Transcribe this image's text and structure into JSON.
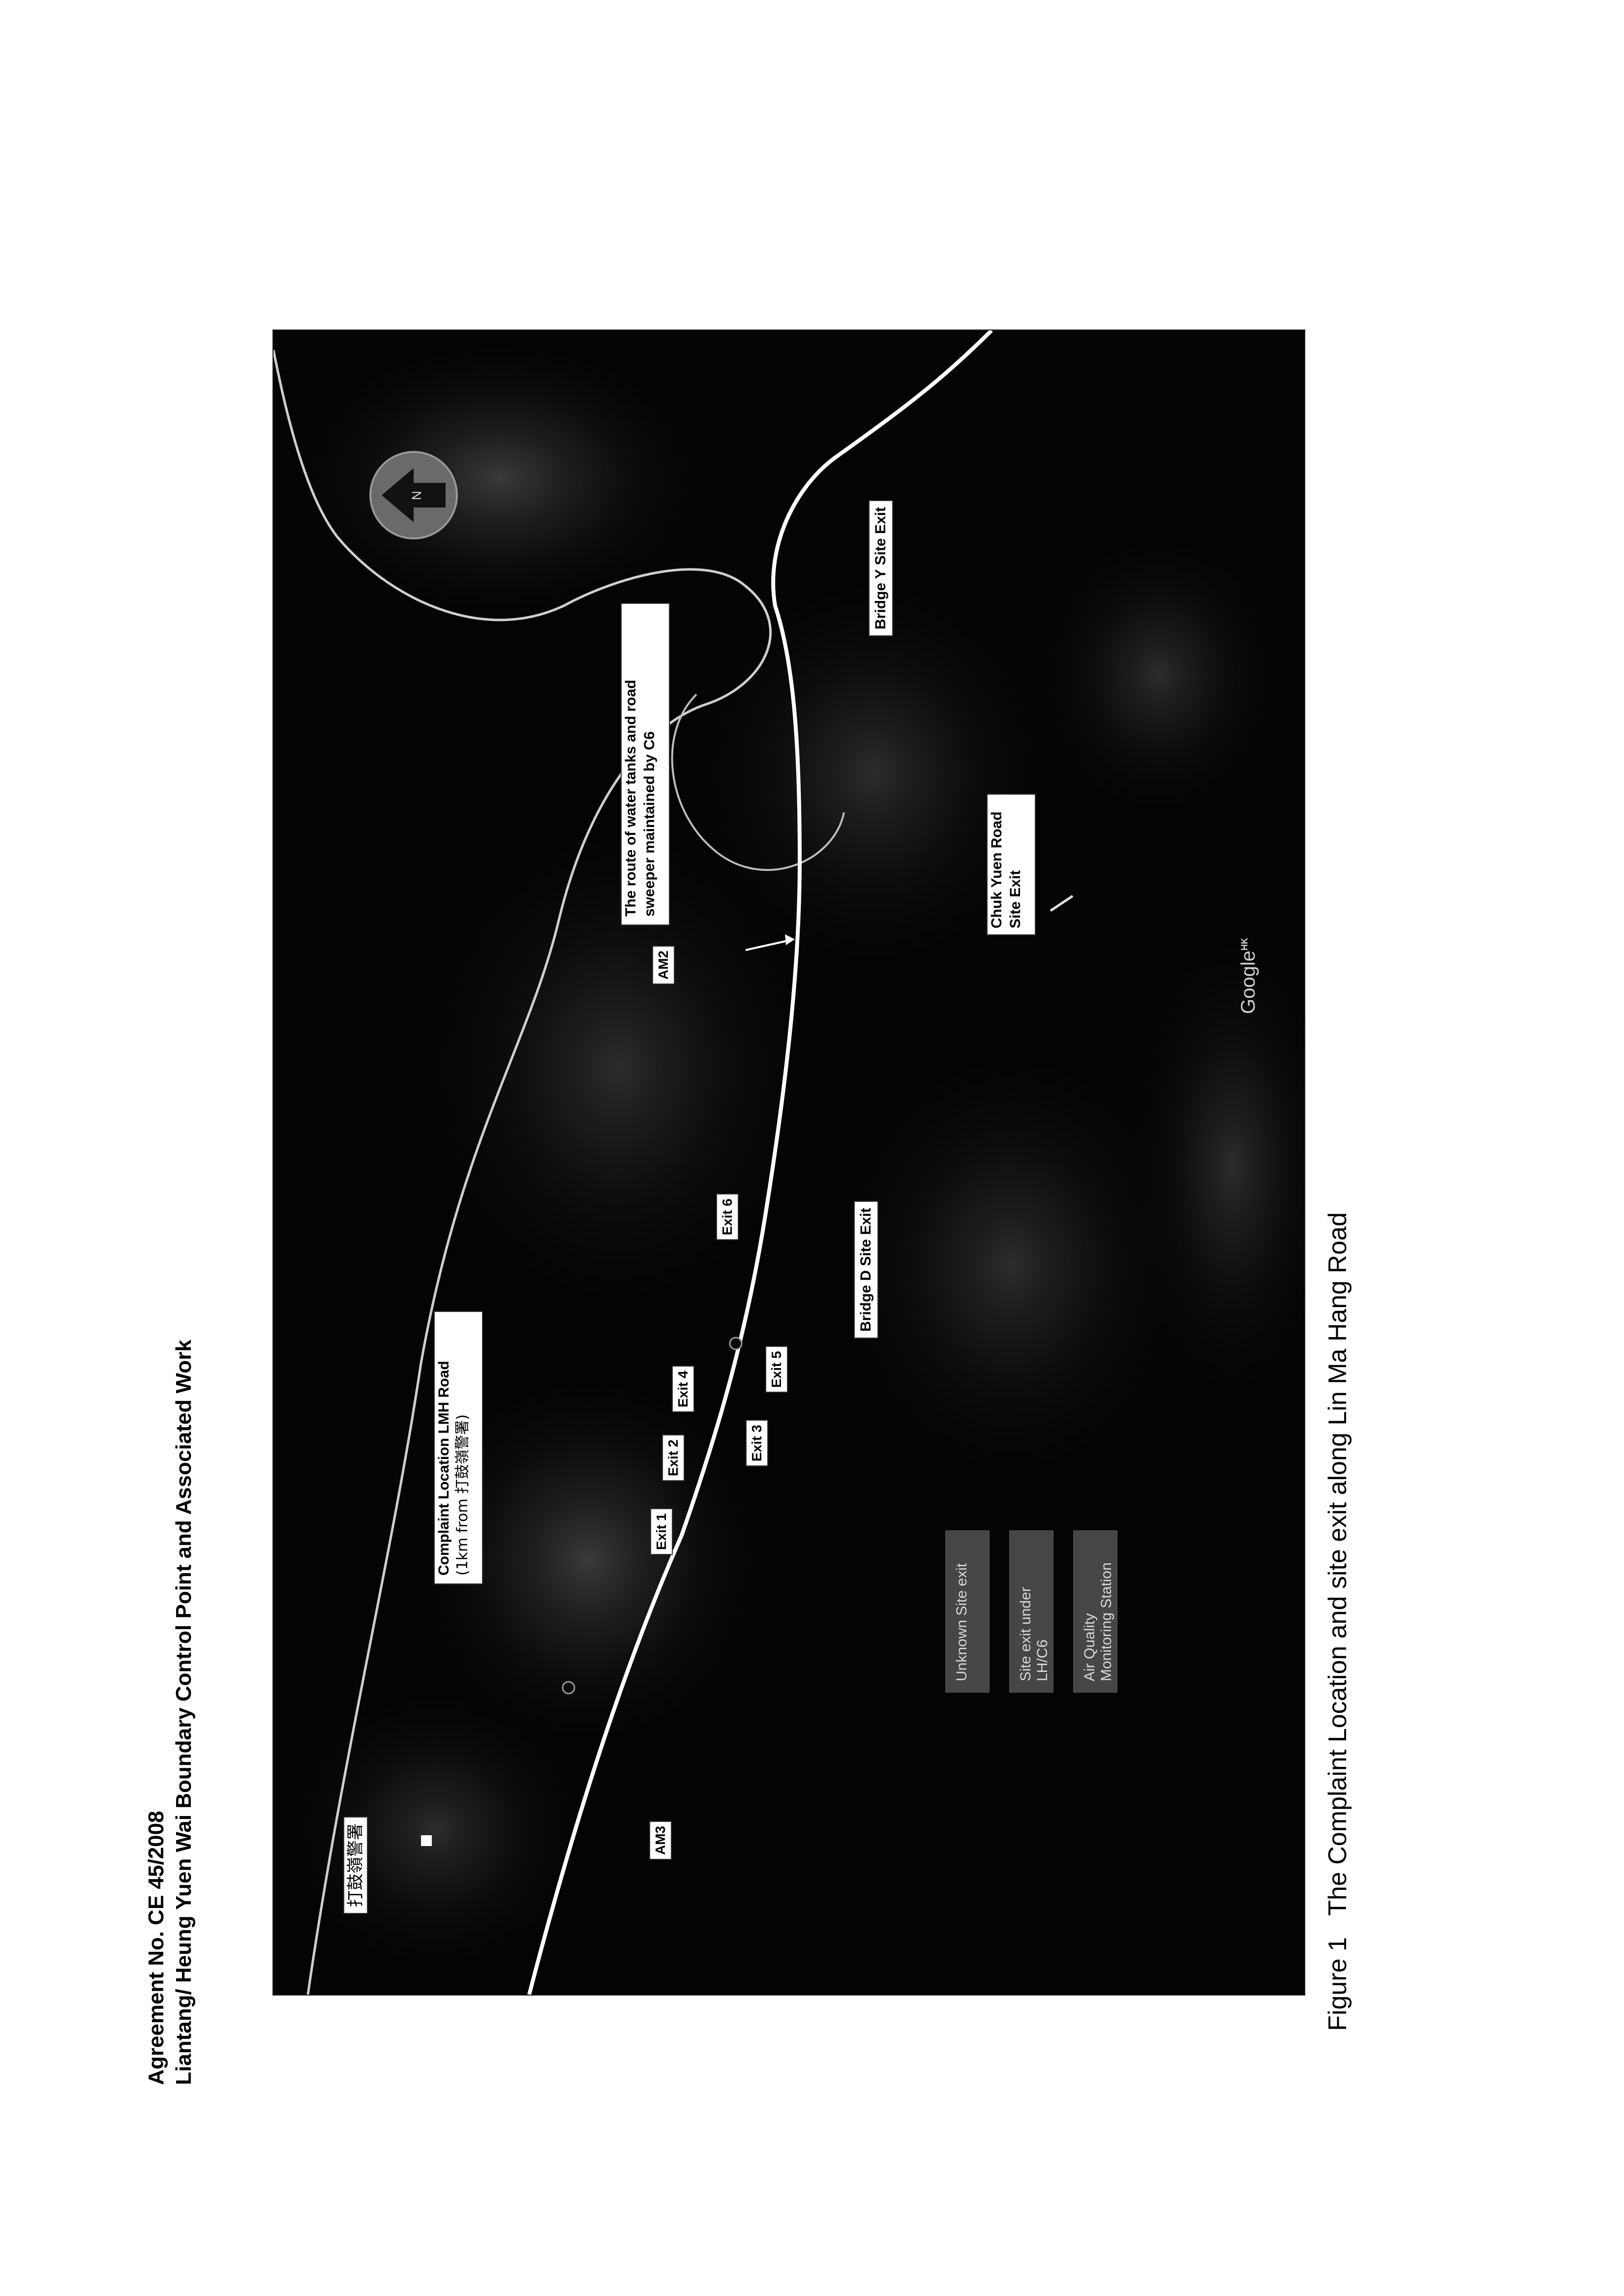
{
  "header": {
    "line1": "Agreement No. CE 45/2008",
    "line2": "Liantang/ Heung Yuen Wai Boundary Control Point and Associated Work"
  },
  "caption": {
    "number": "Figure 1",
    "text": "The Complaint Location and site exit along Lin Ma Hang Road"
  },
  "map": {
    "labels": {
      "police_station": "打鼓嶺警署",
      "complaint_line1": "Complaint Location LMH Road",
      "complaint_line2": "(1km from 打鼓嶺警署)",
      "am3": "AM3",
      "am2": "AM2",
      "exit1": "Exit 1",
      "exit2": "Exit 2",
      "exit3": "Exit 3",
      "exit4": "Exit 4",
      "exit5": "Exit 5",
      "exit6": "Exit 6",
      "bridge_d": "Bridge D Site Exit",
      "route_line1": "The route of water tanks and road",
      "route_line2": "sweeper maintained by C6",
      "chuk_yuen_line1": "Chuk Yuen Road",
      "chuk_yuen_line2": "Site Exit",
      "bridge_y": "Bridge Y Site Exit",
      "google": "Google",
      "google_region": "HK"
    },
    "legend": [
      "Unknown Site exit",
      "Site exit under LH/C6",
      "Air Quality Monitoring Station"
    ],
    "colors": {
      "route": "#ffffff",
      "legend_bg": "#8a8a8a",
      "map_bg": "#040404"
    },
    "icons": [
      "north-arrow-icon"
    ]
  }
}
